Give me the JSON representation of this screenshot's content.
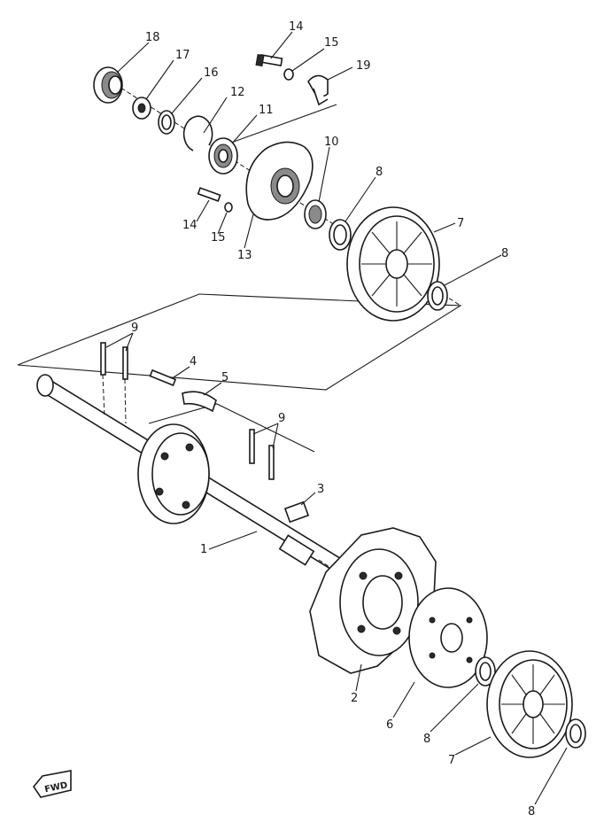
{
  "callouts": [
    "1",
    "2",
    "3",
    "4",
    "5",
    "6",
    "7",
    "8",
    "9",
    "10",
    "11",
    "12",
    "13",
    "14",
    "15",
    "16",
    "17",
    "18",
    "19"
  ],
  "callout_instances": {
    "p18": "18",
    "p17": "17",
    "p16": "16",
    "p12": "12",
    "p11": "11",
    "p14a": "14",
    "p15a": "15",
    "p19": "19",
    "p10": "10",
    "p8a": "8",
    "p7a": "7",
    "p8b": "8",
    "p14b": "14",
    "p15b": "15",
    "p13": "13",
    "p9a": "9",
    "p4": "4",
    "p5": "5",
    "p9b": "9",
    "p3": "3",
    "p1": "1",
    "p2": "2",
    "p6": "6",
    "p8c": "8",
    "p7b": "7",
    "p8d": "8"
  },
  "fwd_badge": "FWD",
  "colors": {
    "ink": "#1a1a1a",
    "paper": "#ffffff",
    "shade": "#8a8a8a"
  }
}
